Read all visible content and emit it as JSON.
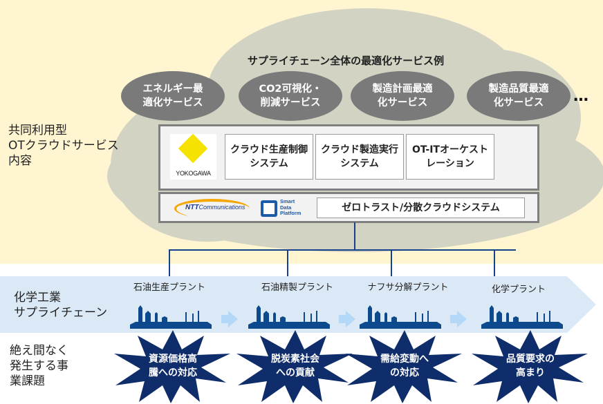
{
  "background_colors": {
    "cloud_zone": "#fff5d1",
    "cloud": "#d3d3c4",
    "supply_chain_band": "#dbe9f6",
    "accent_navy": "#0f2d6b",
    "plant_blue": "#0d4a8d",
    "oval_gray": "#7a7a7a"
  },
  "side_labels": {
    "cloud_service": "共同利用型\nOTクラウドサービス\n内容",
    "supply_chain": "化学工業\nサプライチェーン",
    "business_issues": "絶え間なく\n発生する事\n業課題"
  },
  "optimization": {
    "title": "サプライチェーン全体の最適化サービス例",
    "services": [
      {
        "label": "エネルギー最\n適化サービス"
      },
      {
        "label": "CO2可視化・\n削減サービス"
      },
      {
        "label": "製造計画最適\n化サービス"
      },
      {
        "label": "製造品質最適\n化サービス"
      }
    ],
    "more": "…"
  },
  "yokogawa_panel": {
    "logo_text": "YOKOGAWA",
    "systems": [
      {
        "label": "クラウド生産制御\nシステム"
      },
      {
        "label": "クラウド製造実行\nシステム"
      },
      {
        "label": "OT-ITオーケスト\nレーション"
      }
    ]
  },
  "ntt_panel": {
    "ntt_logo_bold": "NTT",
    "ntt_logo_text": "Communications",
    "sdp_logo_text": "Smart\nData\nPlatform",
    "system": "ゼロトラスト/分散クラウドシステム"
  },
  "plants": [
    {
      "label": "石油生産プラント"
    },
    {
      "label": "石油精製プラント"
    },
    {
      "label": "ナフサ分解プラント"
    },
    {
      "label": "化学プラント"
    }
  ],
  "issues": [
    {
      "label": "資源価格高\n騰への対応"
    },
    {
      "label": "脱炭素社会\nへの貢献"
    },
    {
      "label": "需給変動へ\nの対応"
    },
    {
      "label": "品質要求の\n高まり"
    }
  ]
}
